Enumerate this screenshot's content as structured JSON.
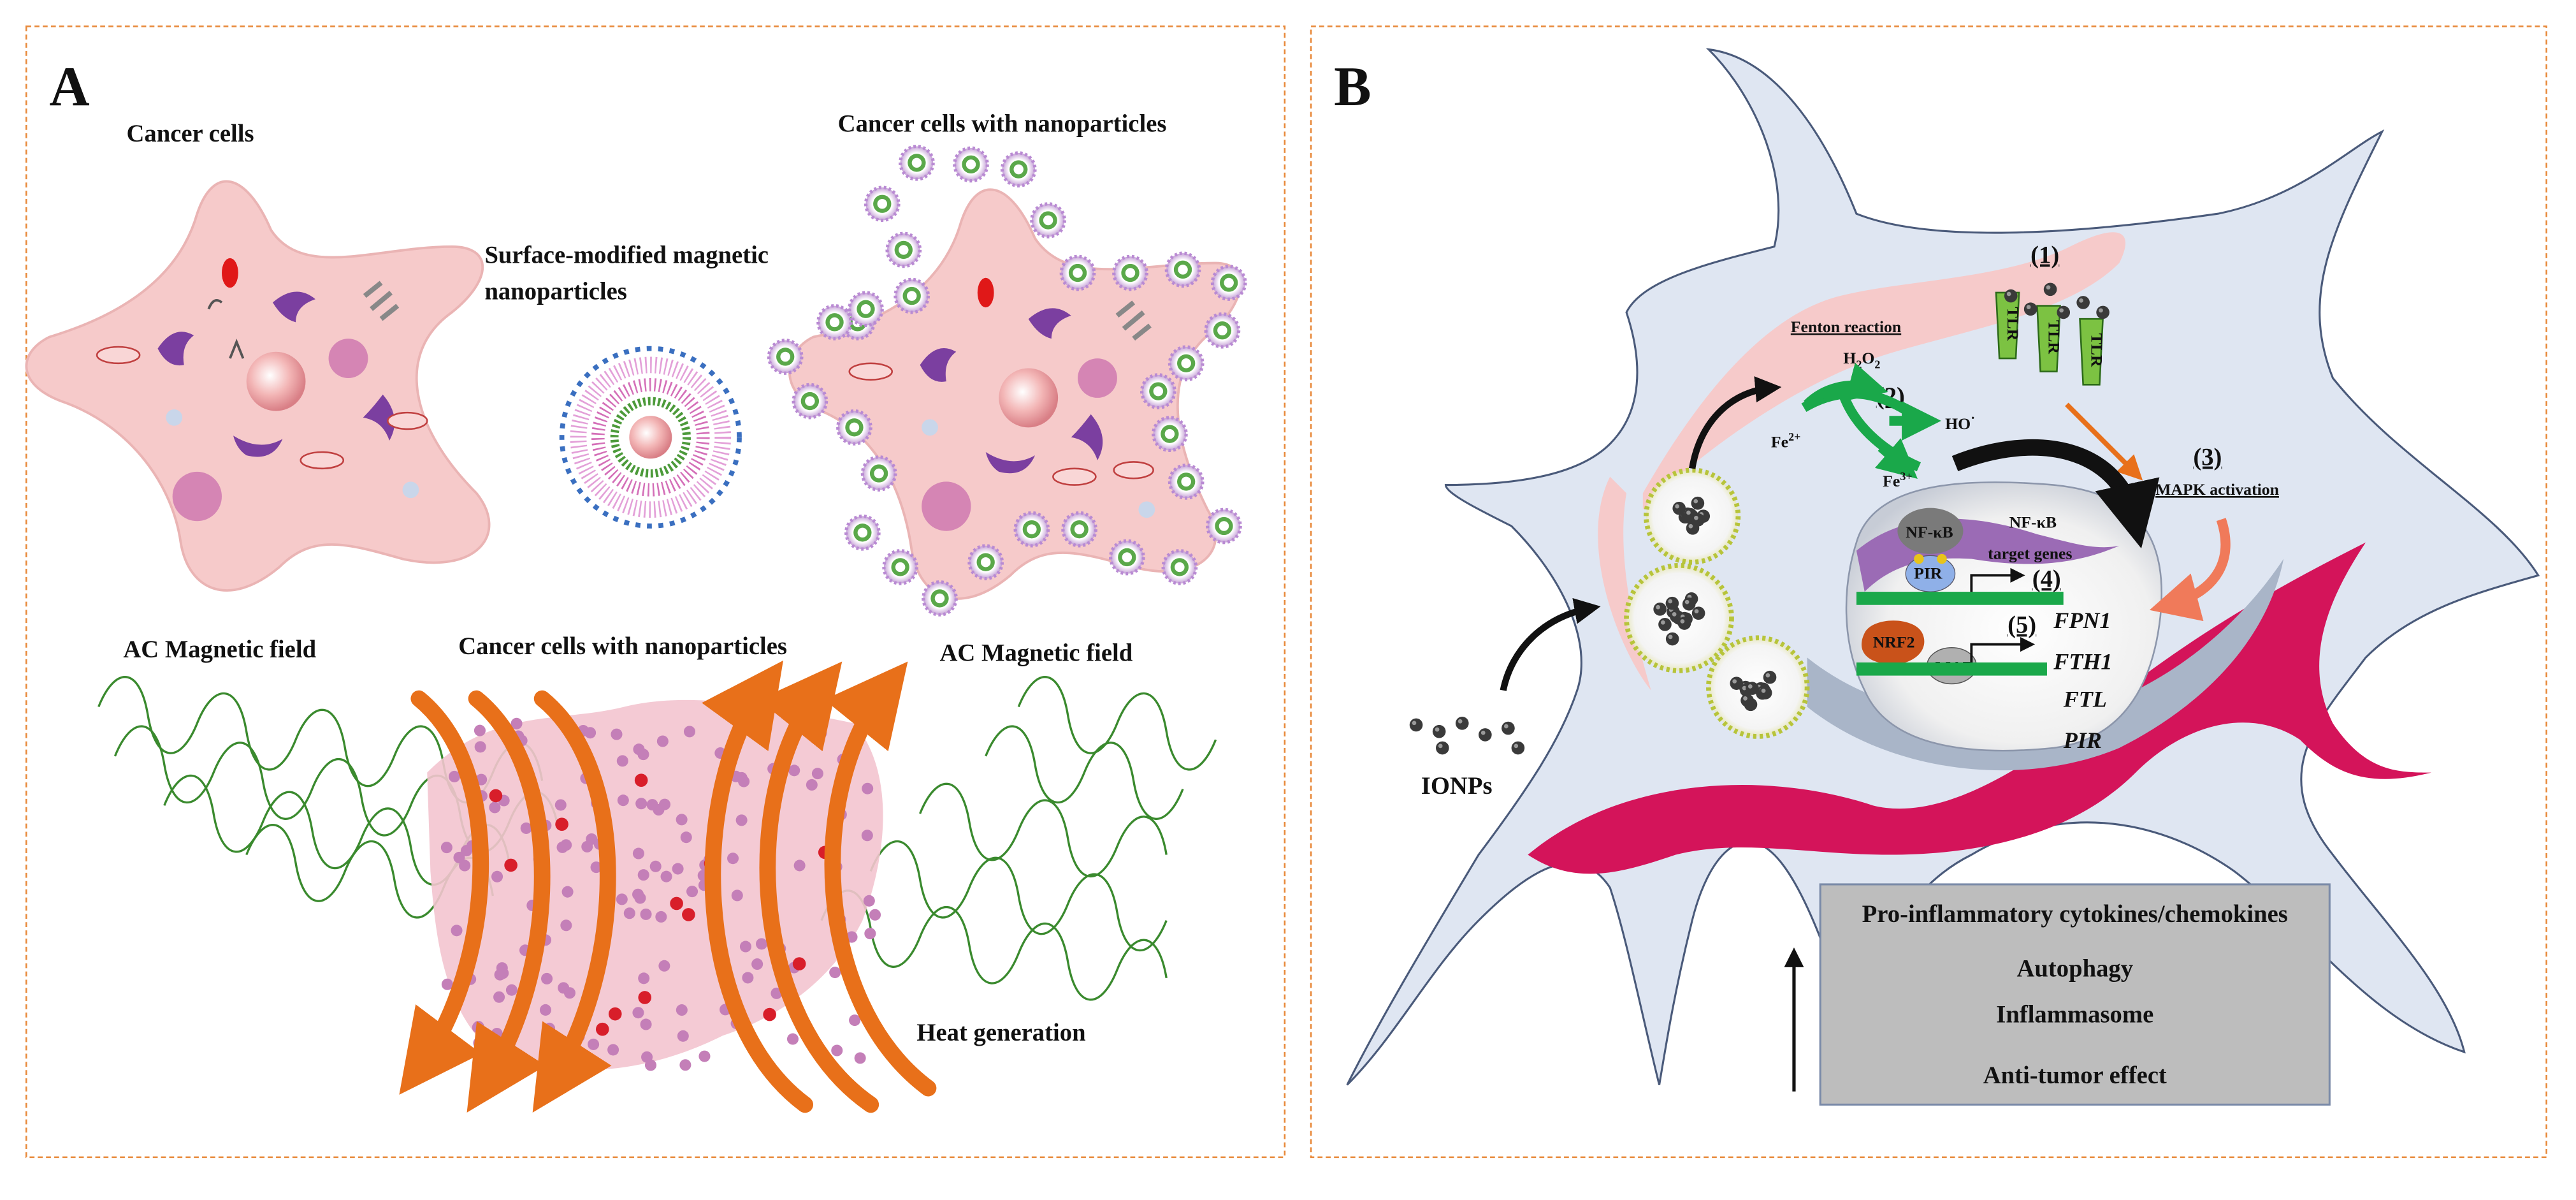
{
  "panel_a": {
    "letter": "A",
    "label_cancer_cells": "Cancer cells",
    "label_surface_np_line1": "Surface-modified magnetic",
    "label_surface_np_line2": "nanoparticles",
    "label_cells_with_np_top": "Cancer cells with nanoparticles",
    "label_ac_left": "AC  Magnetic field",
    "label_cells_with_np_bottom": "Cancer cells with nanoparticles",
    "label_ac_right": "AC  Magnetic field",
    "label_heat": "Heat generation"
  },
  "panel_b": {
    "letter": "B",
    "step1": "(1)",
    "tlr": "TLR",
    "fenton": "Fenton reaction",
    "h2o2": "H",
    "h2o2_sub": "2",
    "h2o2_o": "O",
    "h2o2_sub2": "2",
    "step2": "(2)",
    "fe2": "Fe",
    "fe2_sup": "2+",
    "ho": "HO",
    "ho_sup": "·",
    "fe3": "Fe",
    "fe3_sup": "3+",
    "step3": "(3)",
    "mapk": "MAPK activation",
    "nfkb": "NF-κB",
    "nfkb_target_line1": "NF-κB",
    "nfkb_target_line2": "target genes",
    "pir_protein": "PIR",
    "step4": "(4)",
    "nrf2": "NRF2",
    "maf": "MAF",
    "step5": "(5)",
    "gene_fpn1": "FPN1",
    "gene_fth1": "FTH1",
    "gene_ftl": "FTL",
    "gene_pir": "PIR",
    "ionps": "IONPs",
    "effects": [
      "Pro-inflammatory cytokines/chemokines",
      "Autophagy",
      "Inflammasome",
      "Anti-tumor effect"
    ]
  },
  "colors": {
    "frame": "#e8893a",
    "cell_pink": "#f6caca",
    "cell_blue": "#dfe6f2",
    "magenta": "#d4145a",
    "orange_arrow": "#e8701a",
    "green_arrow": "#1aa84a",
    "tlr_green": "#7cc242",
    "box_grey": "#bdbdbd",
    "coil_green": "#3a8a2e",
    "mito_purple": "#7b3fa0"
  }
}
